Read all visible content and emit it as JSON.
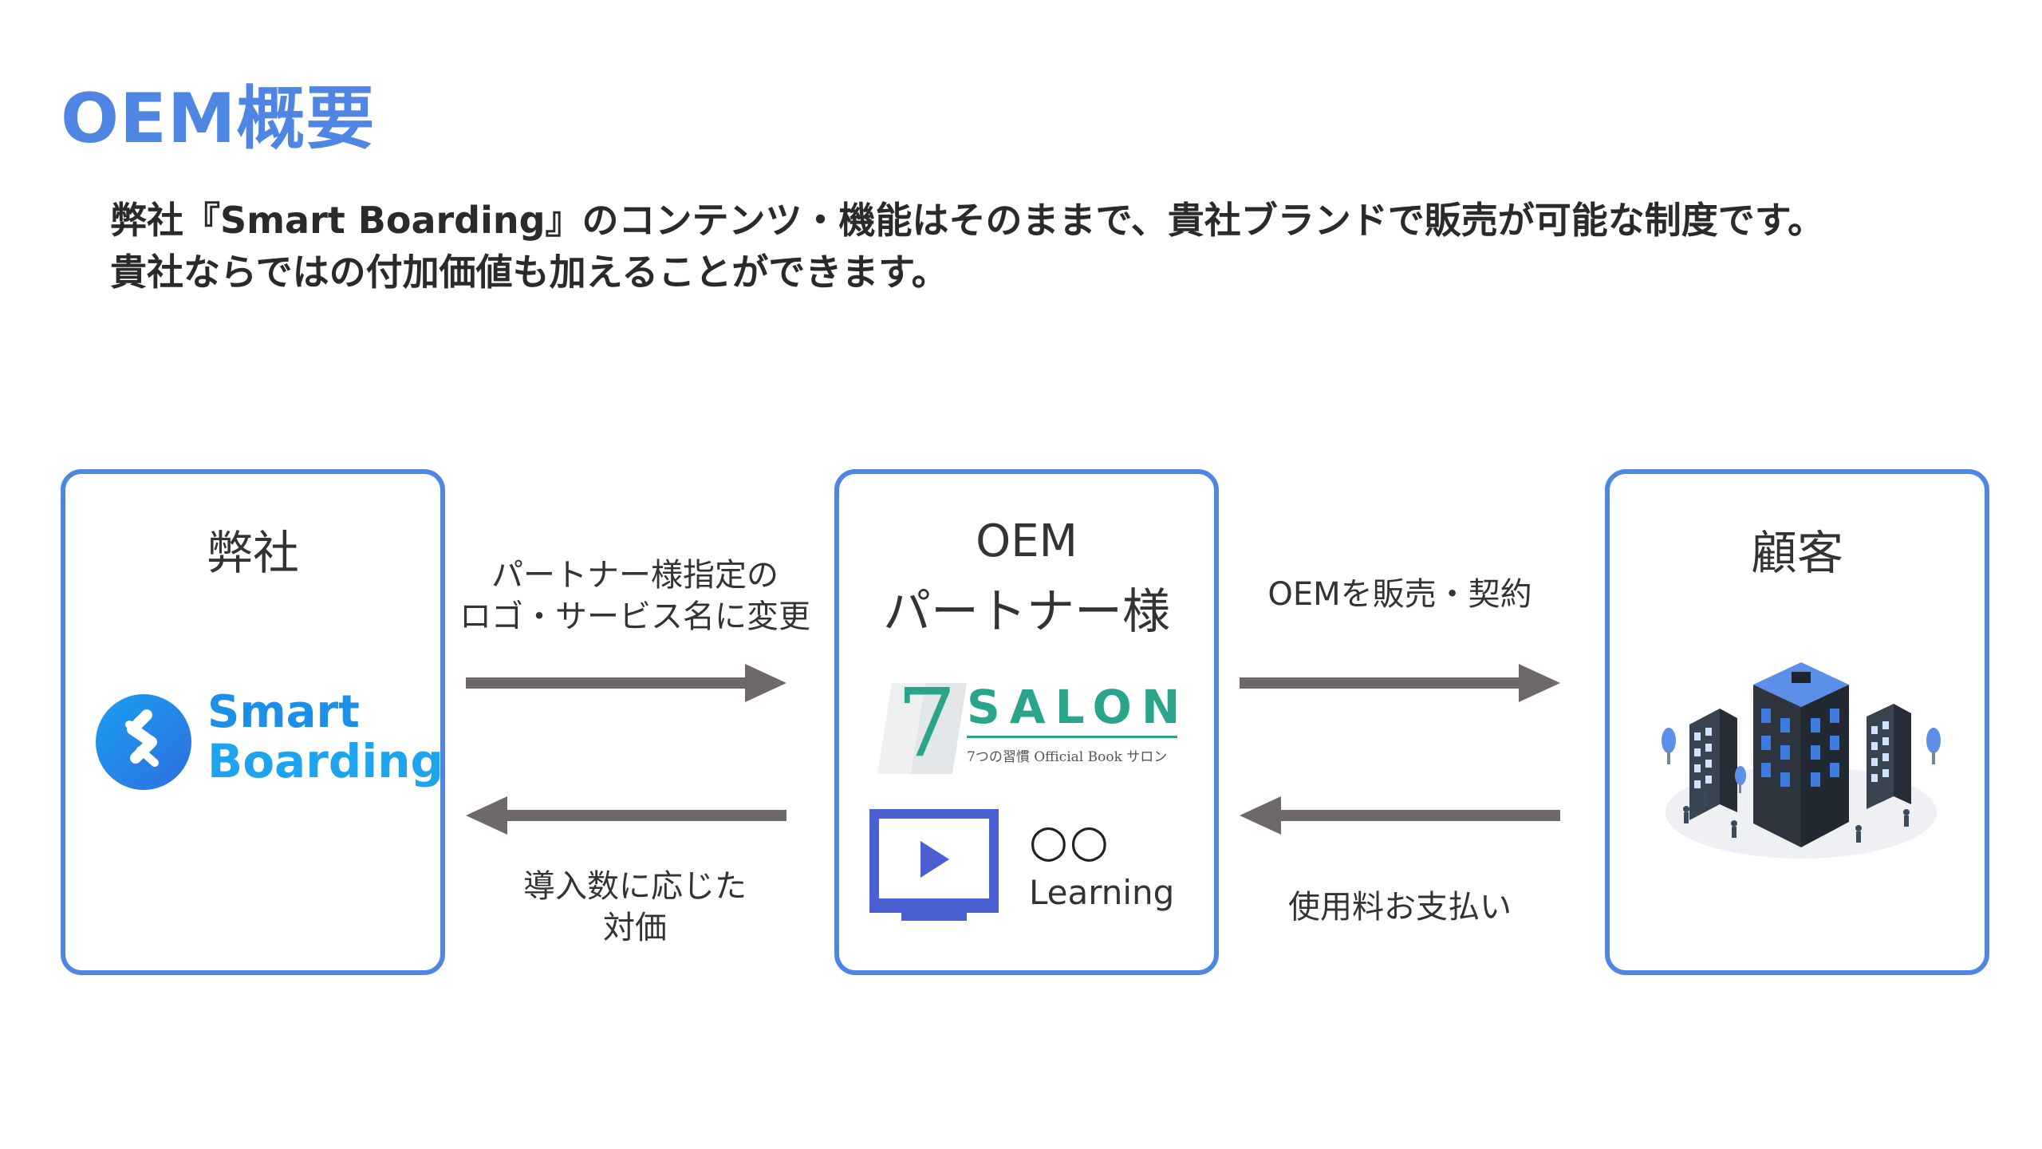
{
  "heading": "OEM概要",
  "description": [
    "弊社『Smart Boarding』のコンテンツ・機能はそのままで、貴社ブランドで販売が可能な制度です。",
    "貴社ならではの付加価値も加えることができます。"
  ],
  "left_box": {
    "title": "弊社",
    "logo": {
      "line1": "Smart",
      "line2": "Boarding"
    }
  },
  "center_box": {
    "title_line1": "OEM",
    "title_line2": "パートナー様",
    "salon": {
      "number": "7",
      "name": "SALON",
      "sub": "7つの習慣 Official Book サロン"
    },
    "learning": {
      "circles": "○○",
      "word": "Learning"
    }
  },
  "right_box": {
    "title": "顧客"
  },
  "left_arrows": {
    "top_label_line1": "パートナー様指定の",
    "top_label_line2": "ロゴ・サービス名に変更",
    "bottom_label_line1": "導入数に応じた",
    "bottom_label_line2": "対価"
  },
  "right_arrows": {
    "top_label": "OEMを販売・契約",
    "bottom_label": "使用料お支払い"
  },
  "colors": {
    "accent": "#4f86e3",
    "arrow": "#6f6868",
    "salon_green": "#2aa58b"
  }
}
